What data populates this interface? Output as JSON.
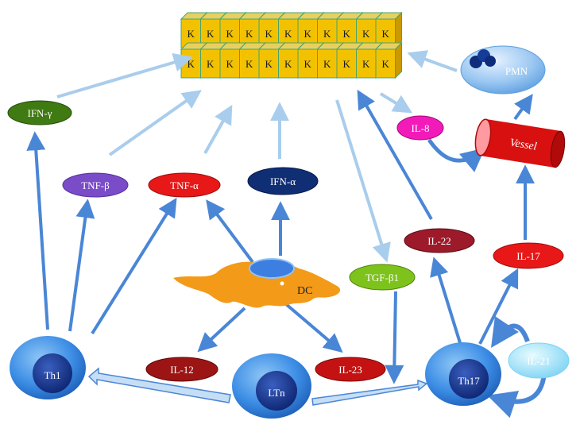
{
  "keratinocyte_letter": "K",
  "keratinocyte_rows": 2,
  "keratinocyte_cols": 11,
  "colors": {
    "keratinocyte_face": "#f2c200",
    "keratinocyte_edge": "#4aa36a",
    "arrow_dark": "#4a86d6",
    "arrow_light": "#a9cdec"
  },
  "labels": {
    "ifn_gamma": "IFN-γ",
    "tnf_beta": "TNF-β",
    "tnf_alpha": "TNF-α",
    "ifn_alpha": "IFN-α",
    "dc": "DC",
    "th1": "Th1",
    "il12": "IL-12",
    "ltn": "LTn",
    "il23": "IL-23",
    "tgf_beta1": "TGF-β1",
    "il22": "IL-22",
    "il17": "IL-17",
    "il8": "IL-8",
    "vessel": "Vessel",
    "pmn": "PMN",
    "th17": "Th17",
    "il21": "IL-21"
  }
}
